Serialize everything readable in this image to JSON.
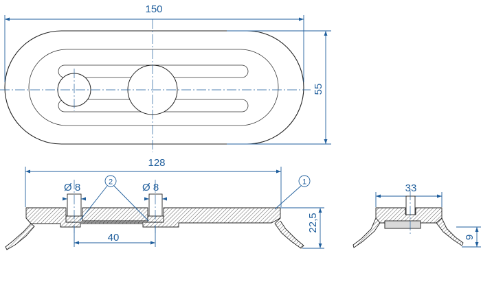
{
  "dimensions": {
    "overall_length": "150",
    "overall_width": "55",
    "flange_length": "128",
    "bore_left": "Ø 8",
    "bore_right": "Ø 8",
    "bore_spacing": "40",
    "height": "22,5",
    "side_width": "33",
    "side_lip_height": "9"
  },
  "callouts": {
    "item_1": "1",
    "item_2": "2"
  },
  "colors": {
    "dimension": "#1f5e9c",
    "outline": "#222222"
  }
}
